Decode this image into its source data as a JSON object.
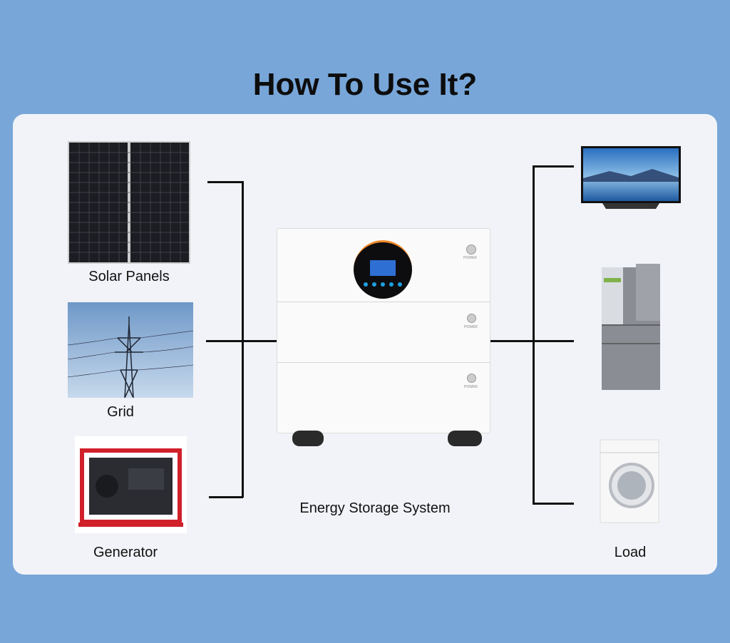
{
  "title": "How To Use It?",
  "sources": [
    {
      "label": "Solar Panels",
      "icon": "solar-panel"
    },
    {
      "label": "Grid",
      "icon": "power-tower"
    },
    {
      "label": "Generator",
      "icon": "generator"
    }
  ],
  "center": {
    "label": "Energy Storage System",
    "module_buttons": [
      "POWER",
      "POWER",
      "POWER"
    ]
  },
  "loads": {
    "label": "Load",
    "items": [
      "tv",
      "refrigerator",
      "washing-machine"
    ]
  },
  "colors": {
    "background": "#78a6d8",
    "card": "#f1f3f8",
    "line": "#111111"
  }
}
